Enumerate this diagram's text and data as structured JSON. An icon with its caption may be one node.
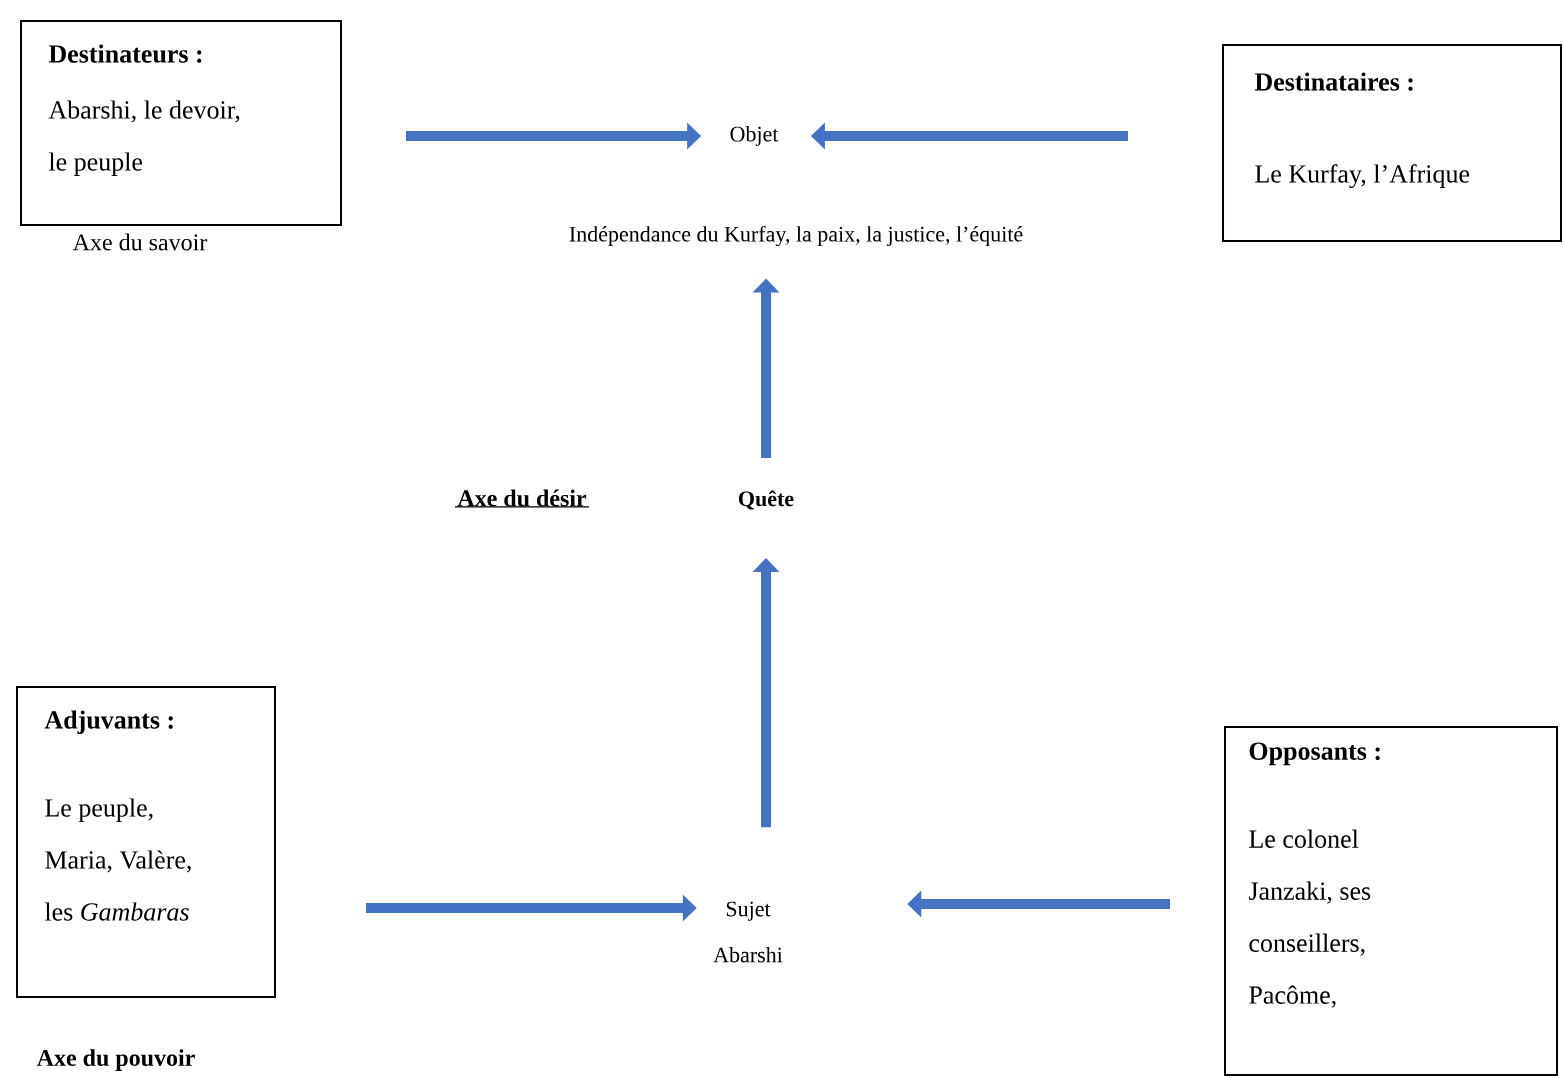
{
  "diagram": {
    "nodes": [
      {
        "text": [
          "Destinateurs :",
          "Abarshi, le devoir, le peuple"
        ]
      },
      {
        "text": [
          "Objet"
        ],
        "beside": [
          "Indépendance du Kurfay, la paix, la justice, l’équité"
        ]
      },
      {
        "text": [
          "Destinataires :",
          "Le Kurfay, l’Afrique"
        ]
      },
      {
        "text": [
          "Quête"
        ]
      },
      {
        "text": [
          "Adjuvants :",
          "Le peuple, Maria, Valère, les *Gambaras*"
        ]
      },
      {
        "text": [
          "Sujet",
          "Abarshi"
        ]
      },
      {
        "text": [
          "Opposants :",
          "Le colonel Janzaki, ses conseillers, Pacôme,"
        ]
      }
    ],
    "edges": [
      {
        "from": 0,
        "to": 1,
        "arrow": "to"
      },
      {
        "from": 2,
        "to": 1,
        "arrow": "to"
      },
      {
        "from": 3,
        "to": 1,
        "arrow": "to"
      },
      {
        "from": 5,
        "to": 3,
        "arrow": "to"
      },
      {
        "from": 4,
        "to": 5,
        "arrow": "to"
      },
      {
        "from": 6,
        "to": 5,
        "arrow": "to"
      }
    ],
    "labels": [
      "Axe du savoir",
      "Axe du désir",
      "Axe du pouvoir"
    ]
  }
}
